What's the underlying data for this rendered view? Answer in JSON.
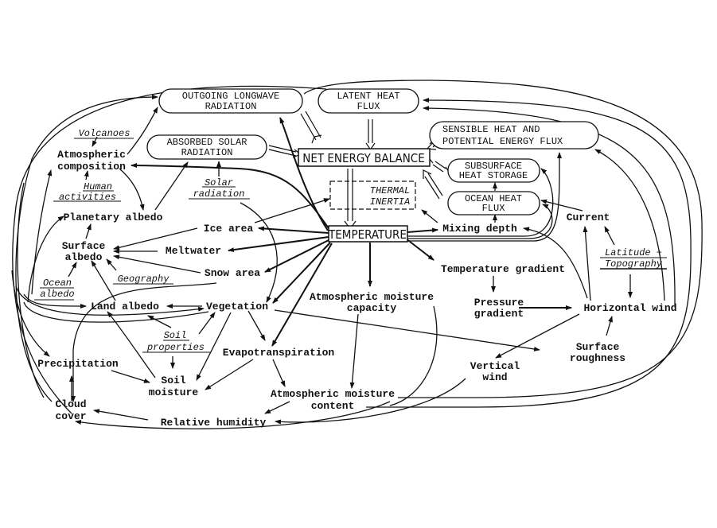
{
  "diagram": {
    "boxes": {
      "outgoing_longwave": [
        "OUTGOING LONGWAVE",
        "RADIATION"
      ],
      "latent_heat": [
        "LATENT HEAT",
        "FLUX"
      ],
      "absorbed_solar": [
        "ABSORBED SOLAR",
        "RADIATION"
      ],
      "sensible_heat": [
        "SENSIBLE HEAT AND",
        "POTENTIAL ENERGY FLUX"
      ],
      "net_energy": "NET ENERGY BALANCE",
      "subsurface": [
        "SUBSURFACE",
        "HEAT STORAGE"
      ],
      "ocean_heat": [
        "OCEAN HEAT",
        "FLUX"
      ],
      "thermal_inertia": [
        "THERMAL",
        "INERTIA"
      ],
      "temperature": "TEMPERATURE"
    },
    "nodes": {
      "atmospheric_composition": [
        "Atmospheric",
        "composition"
      ],
      "planetary_albedo": "Planetary albedo",
      "surface_albedo": [
        "Surface",
        "albedo"
      ],
      "ice_area": "Ice area",
      "meltwater": "Meltwater",
      "snow_area": "Snow area",
      "land_albedo": "Land albedo",
      "vegetation": "Vegetation",
      "evapotranspiration": "Evapotranspiration",
      "precipitation": "Precipitation",
      "soil_moisture": [
        "Soil",
        "moisture"
      ],
      "cloud_cover": [
        "Cloud",
        "cover"
      ],
      "relative_humidity": "Relative humidity",
      "atm_moisture_content": [
        "Atmospheric moisture",
        "content"
      ],
      "atm_moisture_capacity": [
        "Atmospheric moisture",
        "capacity"
      ],
      "mixing_depth": "Mixing depth",
      "current": "Current",
      "temperature_gradient": "Temperature gradient",
      "pressure_gradient": [
        "Pressure",
        "gradient"
      ],
      "horizontal_wind": "Horizontal wind",
      "surface_roughness": [
        "Surface",
        "roughness"
      ],
      "vertical_wind": [
        "Vertical",
        "wind"
      ]
    },
    "external_factors": {
      "volcanoes": "Volcanoes",
      "human_activities": [
        "Human",
        "activities"
      ],
      "solar_radiation": [
        "Solar",
        "radiation"
      ],
      "ocean_albedo": [
        "Ocean",
        "albedo"
      ],
      "geography": "Geography",
      "soil_properties": [
        "Soil",
        "properties"
      ],
      "latitude_topography": [
        "Latitude +",
        "Topography"
      ]
    }
  }
}
